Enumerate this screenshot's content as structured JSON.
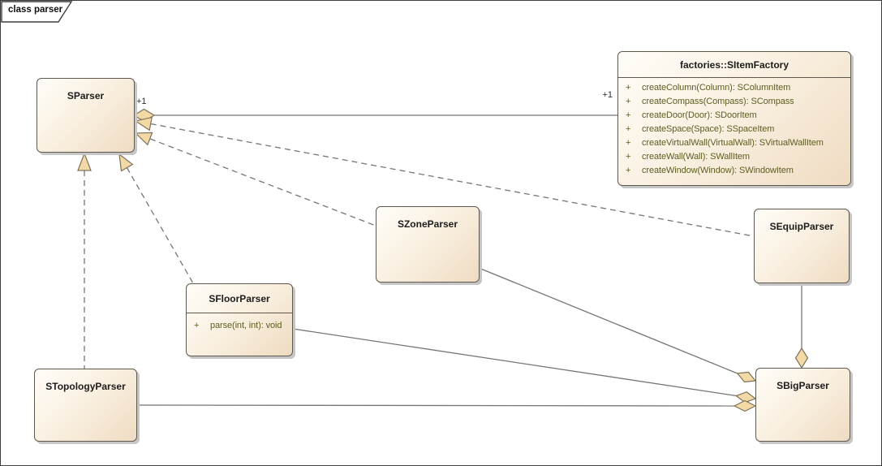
{
  "frame": {
    "title": "class parser"
  },
  "classes": {
    "sparser": {
      "name": "SParser"
    },
    "sitemfactory": {
      "name": "factories::SItemFactory",
      "methods": [
        {
          "vis": "+",
          "sig": "createColumn(Column): SColumnItem"
        },
        {
          "vis": "+",
          "sig": "createCompass(Compass): SCompass"
        },
        {
          "vis": "+",
          "sig": "createDoor(Door): SDoorItem"
        },
        {
          "vis": "+",
          "sig": "createSpace(Space): SSpaceItem"
        },
        {
          "vis": "+",
          "sig": "createVirtualWall(VirtualWall): SVirtualWallItem"
        },
        {
          "vis": "+",
          "sig": "createWall(Wall): SWallItem"
        },
        {
          "vis": "+",
          "sig": "createWindow(Window): SWindowItem"
        }
      ]
    },
    "szoneparser": {
      "name": "SZoneParser"
    },
    "sfloorparser": {
      "name": "SFloorParser",
      "methods": [
        {
          "vis": "+",
          "sig": "parse(int, int): void"
        }
      ]
    },
    "stopologyparser": {
      "name": "STopologyParser"
    },
    "sequipparser": {
      "name": "SEquipParser"
    },
    "sbigparser": {
      "name": "SBigParser"
    }
  },
  "connectors": {
    "sparser_sitemfactory": {
      "source_label": "+1",
      "target_label": "+1"
    }
  },
  "colors": {
    "box_fill_light": "#fffdf8",
    "box_fill_dark": "#efdbc2",
    "box_border": "#5f584e",
    "connector_line": "#757575",
    "arrow_fill": "#f3d9a6",
    "method_text": "#5d5d20",
    "shadow": "#c6c6c6"
  }
}
